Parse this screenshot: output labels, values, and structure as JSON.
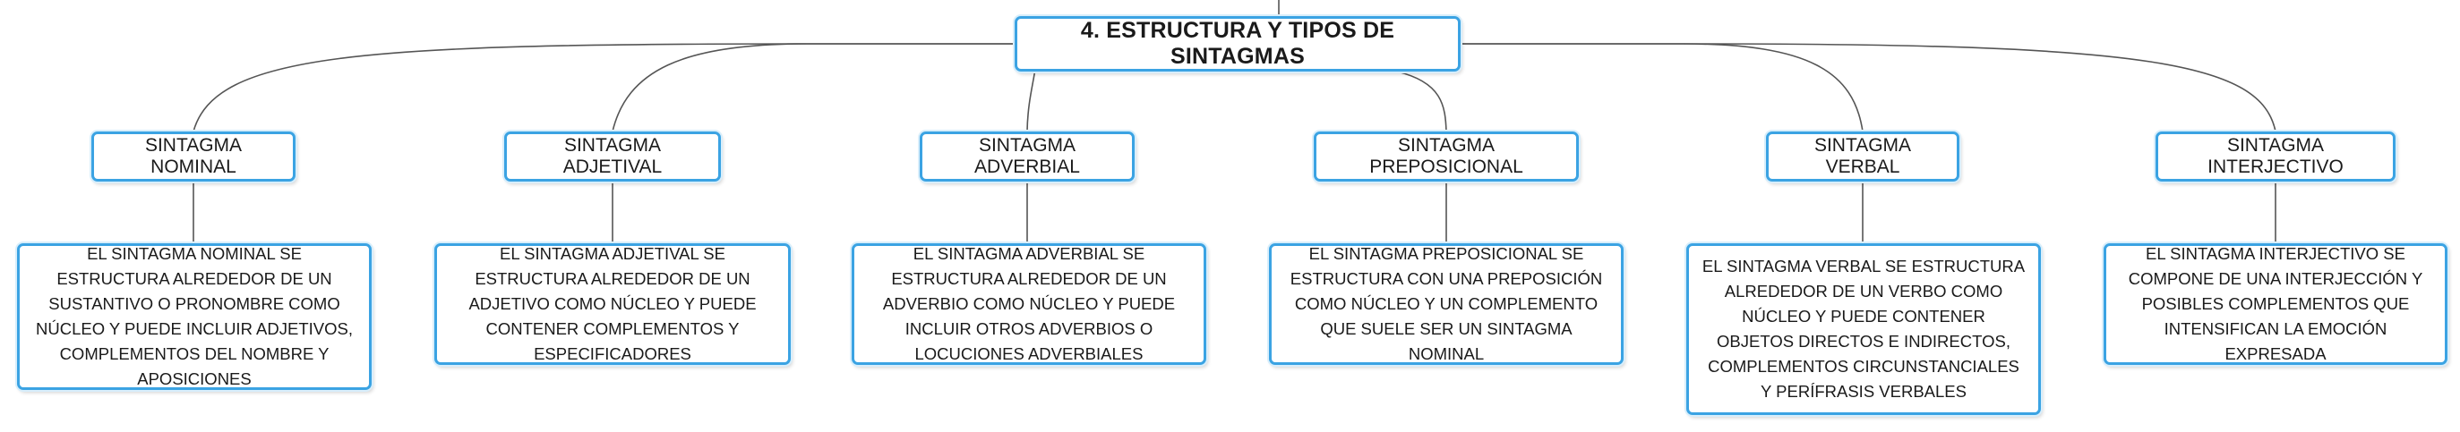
{
  "diagram": {
    "root": {
      "label": "4. ESTRUCTURA Y TIPOS DE SINTAGMAS"
    },
    "branches": [
      {
        "label": "SINTAGMA NOMINAL",
        "description": "EL SINTAGMA NOMINAL SE ESTRUCTURA ALREDEDOR DE UN SUSTANTIVO O PRONOMBRE COMO NÚCLEO Y PUEDE INCLUIR ADJETIVOS, COMPLEMENTOS DEL NOMBRE Y APOSICIONES"
      },
      {
        "label": "SINTAGMA ADJETIVAL",
        "description": "EL SINTAGMA ADJETIVAL SE ESTRUCTURA ALREDEDOR DE UN ADJETIVO COMO NÚCLEO Y PUEDE CONTENER COMPLEMENTOS Y ESPECIFICADORES"
      },
      {
        "label": "SINTAGMA ADVERBIAL",
        "description": "EL SINTAGMA ADVERBIAL SE ESTRUCTURA ALREDEDOR DE UN ADVERBIO COMO NÚCLEO Y PUEDE INCLUIR OTROS ADVERBIOS O LOCUCIONES ADVERBIALES"
      },
      {
        "label": "SINTAGMA PREPOSICIONAL",
        "description": "EL SINTAGMA PREPOSICIONAL SE ESTRUCTURA CON UNA PREPOSICIÓN COMO NÚCLEO Y UN COMPLEMENTO QUE SUELE SER UN SINTAGMA NOMINAL"
      },
      {
        "label": "SINTAGMA VERBAL",
        "description": "EL SINTAGMA VERBAL SE ESTRUCTURA ALREDEDOR DE UN VERBO COMO NÚCLEO Y PUEDE CONTENER OBJETOS DIRECTOS E INDIRECTOS, COMPLEMENTOS CIRCUNSTANCIALES Y PERÍFRASIS VERBALES"
      },
      {
        "label": "SINTAGMA INTERJECTIVO",
        "description": "EL SINTAGMA INTERJECTIVO SE COMPONE DE UNA INTERJECCIÓN Y POSIBLES COMPLEMENTOS QUE INTENSIFICAN LA EMOCIÓN EXPRESADA"
      }
    ],
    "colors": {
      "node_border": "#3ba3e3",
      "connector": "#555555"
    }
  }
}
